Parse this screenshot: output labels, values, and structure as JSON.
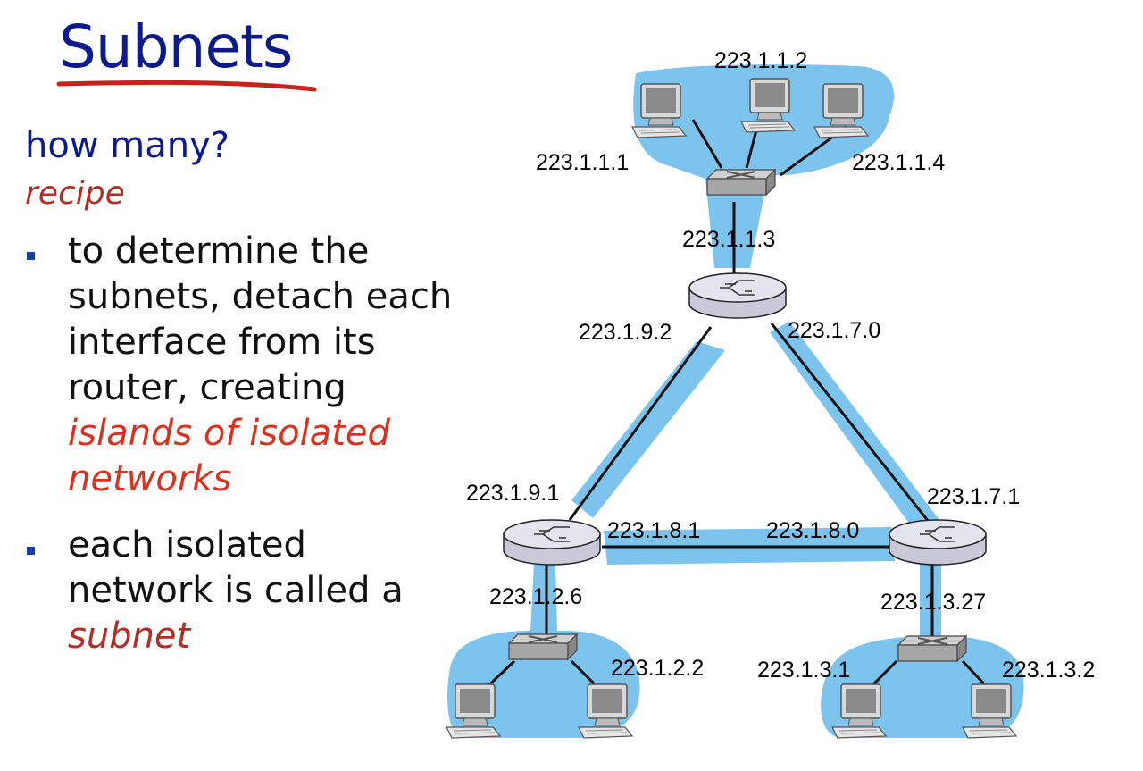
{
  "title": "Subnets",
  "question": "how many?",
  "recipe": "recipe",
  "bullets": [
    {
      "lines": [
        "to determine the",
        "subnets, detach each",
        "interface from its",
        "router, creating"
      ],
      "highlight": [
        "islands of isolated",
        "networks"
      ]
    },
    {
      "lines": [
        "each isolated",
        "network is called a"
      ],
      "highlight": [
        "subnet"
      ]
    }
  ],
  "addresses": {
    "top_host_center": "223.1.1.2",
    "top_host_left": "223.1.1.1",
    "top_host_right": "223.1.1.4",
    "top_router_if": "223.1.1.3",
    "top_router_left": "223.1.9.2",
    "top_router_right": "223.1.7.0",
    "left_router_top": "223.1.9.1",
    "right_router_top": "223.1.7.1",
    "left_router_right": "223.1.8.1",
    "right_router_left": "223.1.8.0",
    "left_router_bottom": "223.1.2.6",
    "right_router_bottom": "223.1.3.27",
    "bottom_left_host": "223.1.2.2",
    "bottom_right_host_left": "223.1.3.1",
    "bottom_right_host_right": "223.1.3.2"
  },
  "colors": {
    "title": "#0c1a8a",
    "accent_red": "#d8321f",
    "subnet_fill": "#7cc3ee"
  }
}
